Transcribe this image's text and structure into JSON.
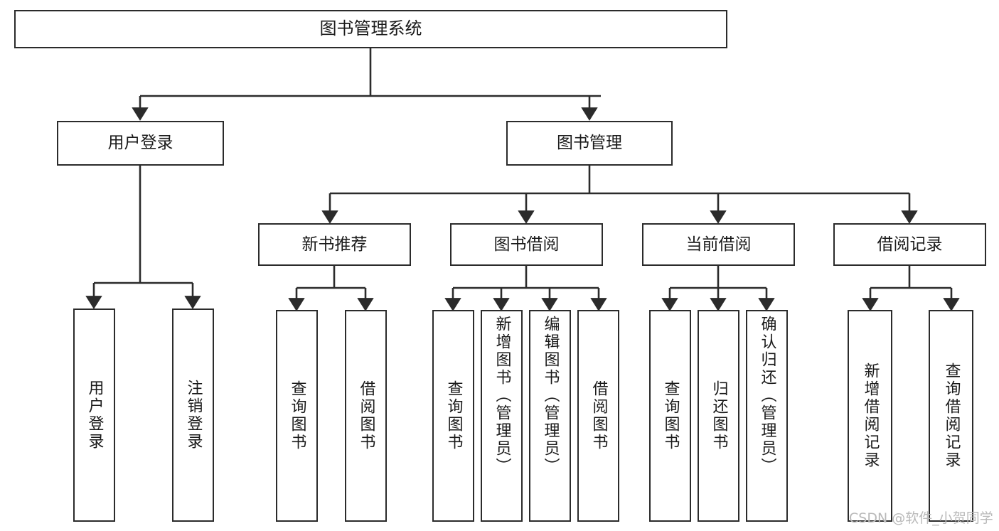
{
  "diagram": {
    "title": "图书管理系统",
    "type": "tree-hierarchy-chart",
    "stroke_color": "#2b2b2b",
    "background_color": "#ffffff",
    "text_color": "#1a1a1a"
  },
  "nodes": {
    "root": {
      "label": "图书管理系统",
      "level": 1
    },
    "level2": [
      {
        "label": "用户登录"
      },
      {
        "label": "图书管理"
      }
    ],
    "level3": [
      {
        "label": "新书推荐"
      },
      {
        "label": "图书借阅"
      },
      {
        "label": "当前借阅"
      },
      {
        "label": "借阅记录"
      }
    ],
    "leaves": {
      "user_login": [
        {
          "label": "用户登录"
        },
        {
          "label": "注销登录"
        }
      ],
      "new_book_recommend": [
        {
          "label": "查询图书"
        },
        {
          "label": "借阅图书"
        }
      ],
      "book_borrow": [
        {
          "label": "查询图书"
        },
        {
          "label": "新增图书（管理员）"
        },
        {
          "label": "编辑图书（管理员）"
        },
        {
          "label": "借阅图书"
        }
      ],
      "current_borrow": [
        {
          "label": "查询图书"
        },
        {
          "label": "归还图书"
        },
        {
          "label": "确认归还（管理员）"
        }
      ],
      "borrow_record": [
        {
          "label": "新增借阅记录"
        },
        {
          "label": "查询借阅记录"
        }
      ]
    }
  },
  "watermark": {
    "text": "CSDN @软件_小贺同学"
  }
}
